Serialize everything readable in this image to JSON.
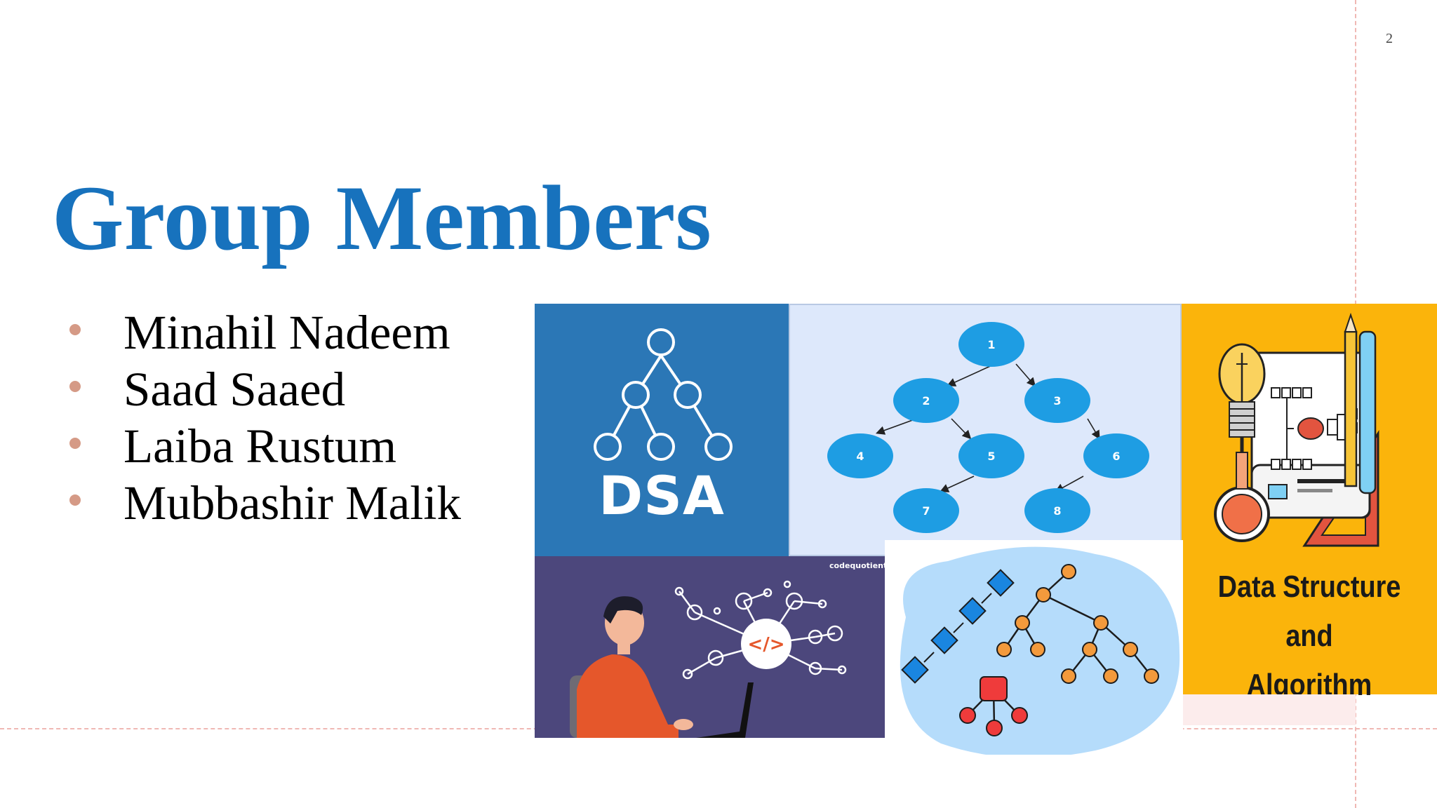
{
  "slide": {
    "page_number": "2",
    "title": "Group Members",
    "members": [
      "Minahil Nadeem",
      "Saad Saaed",
      "Laiba Rustum",
      "Mubbashir Malik"
    ]
  },
  "images": {
    "dsa_logo": {
      "label": "DSA",
      "icon": "tree-graph-icon"
    },
    "binary_tree": {
      "nodes": [
        "1",
        "2",
        "3",
        "4",
        "5",
        "6",
        "7",
        "8"
      ]
    },
    "book_cover": {
      "line1": "Data Structure and",
      "line2": "Algorithm",
      "icon": "lightbulb-blueprint-icon"
    },
    "coder": {
      "brand": "codequotient",
      "code_symbol": "</>"
    },
    "structures": {
      "icon": "data-structures-icon"
    }
  },
  "colors": {
    "title": "#1772bd",
    "bullet": "#d59a86",
    "guide": "#f0b8b4",
    "dsa_bg": "#2b77b6",
    "tree_node": "#1e9de3",
    "book_bg": "#fbb40b",
    "coder_bg": "#4c477c",
    "blob": "#b5dcfb"
  }
}
